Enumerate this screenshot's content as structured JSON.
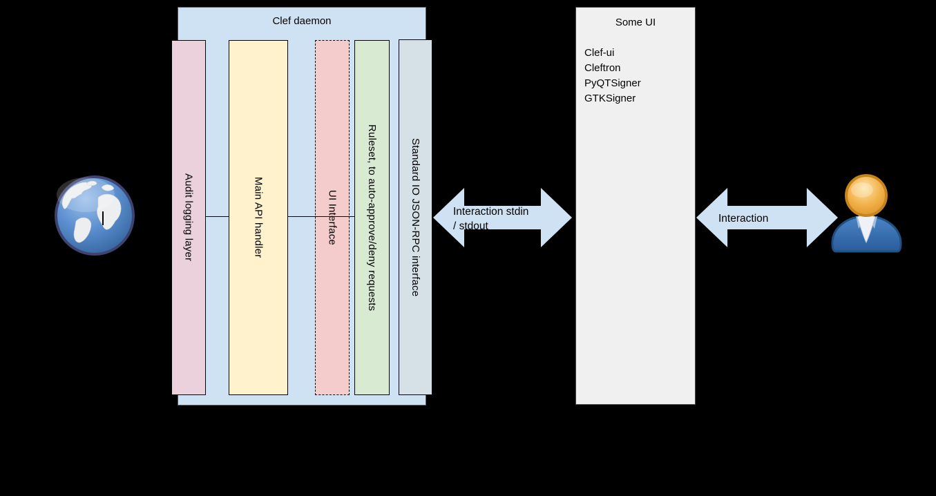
{
  "canvas": {
    "background": "#000000"
  },
  "clef_daemon": {
    "title": "Clef daemon",
    "fill": "#cfe2f3",
    "layers": [
      {
        "label": "Audit logging layer",
        "fill": "#ead1dc",
        "border": "solid"
      },
      {
        "label": "Main API handler",
        "fill": "#fff2cc",
        "border": "solid"
      },
      {
        "label": "UI Interface",
        "fill": "#f4cccc",
        "border": "dashed"
      },
      {
        "label": "Ruleset, to auto-approve/deny requests",
        "fill": "#d9ead3",
        "border": "solid"
      },
      {
        "label": "Standard IO JSON-RPC interface",
        "fill": "#d5e0e7",
        "border": "solid"
      }
    ]
  },
  "some_ui": {
    "title": "Some UI",
    "fill": "#f0f0f0",
    "items": [
      "Clef-ui",
      "Cleftron",
      "PyQTSigner",
      "GTKSigner"
    ]
  },
  "arrows": {
    "fill": "#cfe2f3",
    "stdio": {
      "lines": [
        "Interaction stdin",
        "/ stdout"
      ]
    },
    "user": {
      "label": "Interaction"
    }
  },
  "icons": {
    "left": "globe-icon",
    "right": "person-icon"
  }
}
